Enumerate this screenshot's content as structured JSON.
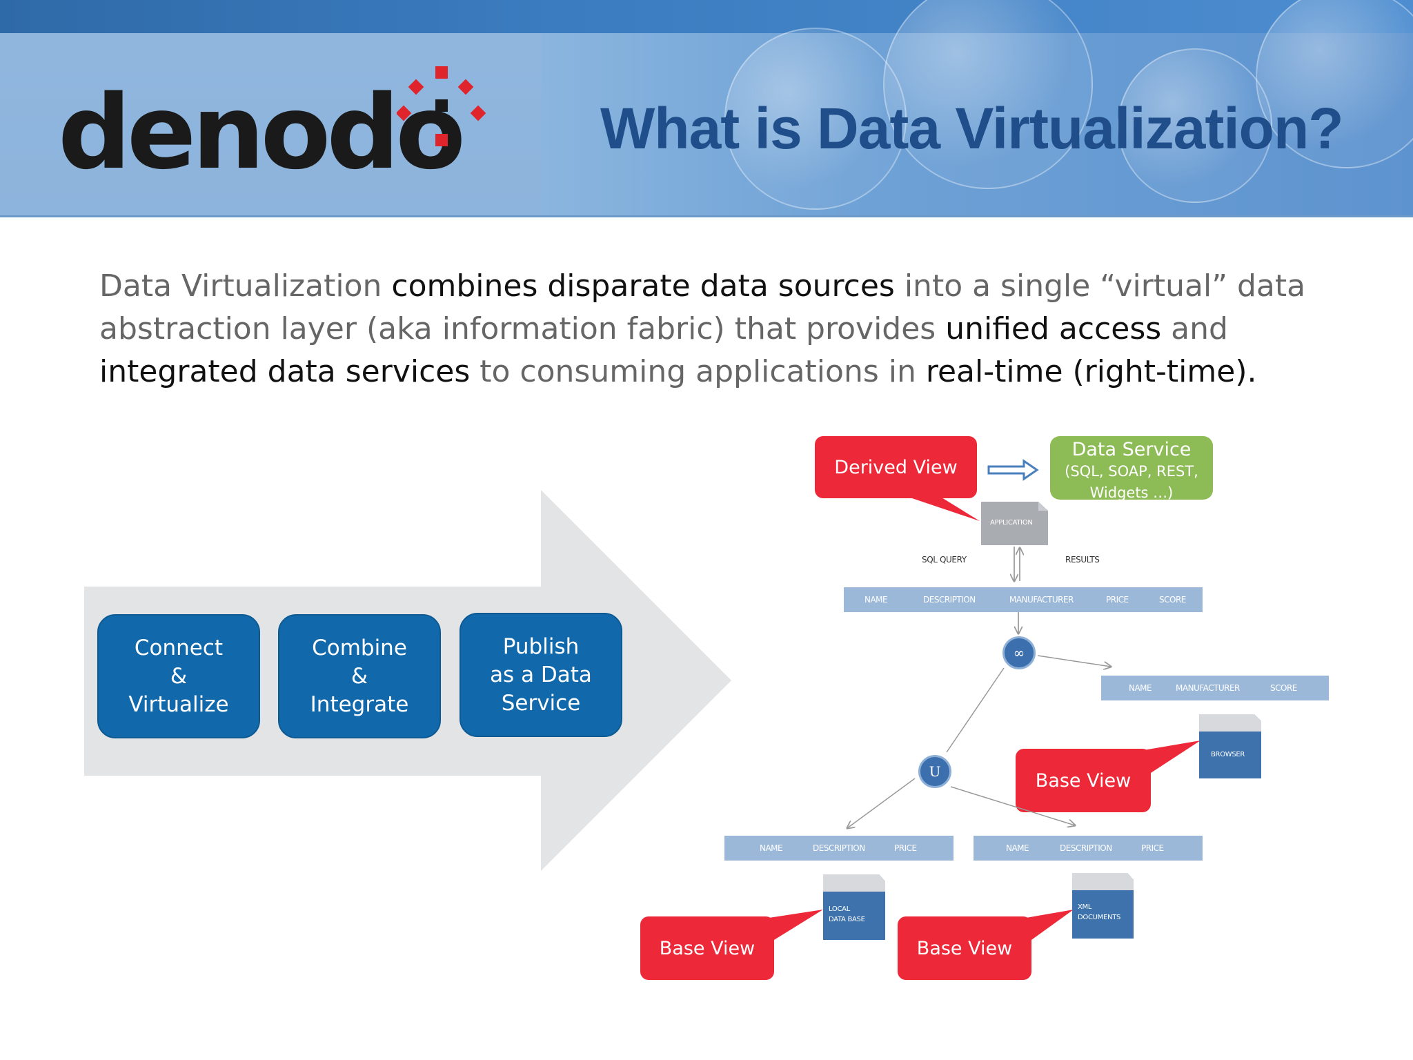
{
  "header": {
    "logo_text": "denodo",
    "title": "What is Data Virtualization?",
    "colors": {
      "title": "#1f4e8a",
      "logo_mark": "#e0242c"
    }
  },
  "intro": {
    "segments": [
      {
        "text": "Data Virtualization ",
        "emphasis": false
      },
      {
        "text": "combines disparate data sources",
        "emphasis": true
      },
      {
        "text": " into a single “virtual” data abstraction layer (aka information fabric) that provides ",
        "emphasis": false
      },
      {
        "text": "unified access",
        "emphasis": true
      },
      {
        "text": " and ",
        "emphasis": false
      },
      {
        "text": "integrated data services",
        "emphasis": true
      },
      {
        "text": " to consuming applications in ",
        "emphasis": false
      },
      {
        "text": "real-time (right-time).",
        "emphasis": true
      }
    ]
  },
  "process": {
    "steps": [
      {
        "lines": [
          "Connect",
          "&",
          "Virtualize"
        ]
      },
      {
        "lines": [
          "Combine",
          "&",
          "Integrate"
        ]
      },
      {
        "lines": [
          "Publish",
          "as a Data",
          "Service"
        ]
      }
    ],
    "colors": {
      "step": "#1169ab",
      "arrow": "#e3e4e6"
    }
  },
  "diagram": {
    "application_label": "APPLICATION",
    "sql_query_label": "SQL QUERY",
    "results_label": "RESULTS",
    "top_table": [
      "NAME",
      "DESCRIPTION",
      "MANUFACTURER",
      "PRICE",
      "SCORE"
    ],
    "right_table": [
      "NAME",
      "MANUFACTURER",
      "SCORE"
    ],
    "bottom_left_table": [
      "NAME",
      "DESCRIPTION",
      "PRICE"
    ],
    "bottom_right_table": [
      "NAME",
      "DESCRIPTION",
      "PRICE"
    ],
    "join_symbol": "∞",
    "union_symbol": "U",
    "browser_label": "BROWSER",
    "local_db_label": "LOCAL\nDATA BASE",
    "xml_label": "XML\nDOCUMENTS",
    "callouts": {
      "derived_view": "Derived View",
      "base_view_browser": "Base View",
      "base_view_local": "Base View",
      "base_view_xml": "Base View"
    },
    "data_service": {
      "title": "Data Service",
      "subtitle": "(SQL, SOAP, REST, Widgets …)"
    },
    "colors": {
      "callout": "#ed2939",
      "table": "#9bb8d9",
      "doc": "#3d72ac",
      "app_doc": "#a9acb0",
      "data_service": "#8dbb56"
    }
  }
}
